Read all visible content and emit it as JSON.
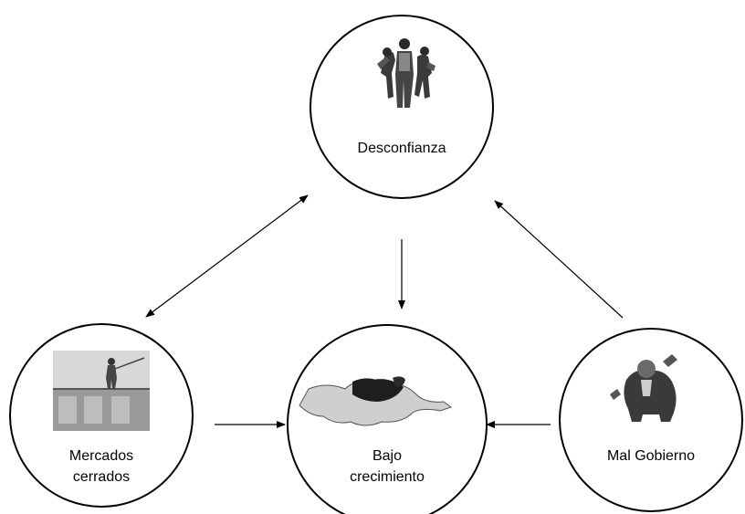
{
  "nodes": {
    "desconfianza": {
      "label": "Desconfianza"
    },
    "mercados": {
      "line1": "Mercados",
      "line2": "cerrados"
    },
    "bajo": {
      "line1": "Bajo",
      "line2": "crecimiento"
    },
    "gobierno": {
      "label": "Mal Gobierno"
    }
  },
  "illustrations": {
    "desconfianza": "arguing-men-icon",
    "mercados": "factory-worker-icon",
    "bajo": "collapsed-figure-icon",
    "gobierno": "angry-official-icon"
  }
}
